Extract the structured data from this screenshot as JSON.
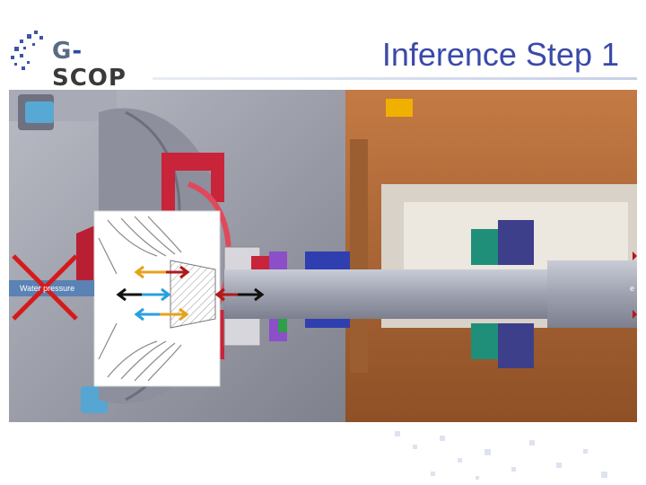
{
  "logo": {
    "prefix": "G",
    "dash": "-",
    "name": "SCOP"
  },
  "title": "Inference Step 1",
  "labels": {
    "left": "Water pressure",
    "right": "e"
  },
  "colors": {
    "title": "#3a4aa8",
    "housing": "#9fa1ad",
    "impeller": "#c8243a",
    "bearing_housing": "#b06a3c",
    "shaft": "#a7abb8",
    "seal": "#2f3fb0",
    "arrow_yellow": "#e5a21c",
    "arrow_red": "#b01a1a",
    "arrow_blue": "#2a9fe0",
    "arrow_black": "#111111",
    "cross": "#d61a1a"
  }
}
